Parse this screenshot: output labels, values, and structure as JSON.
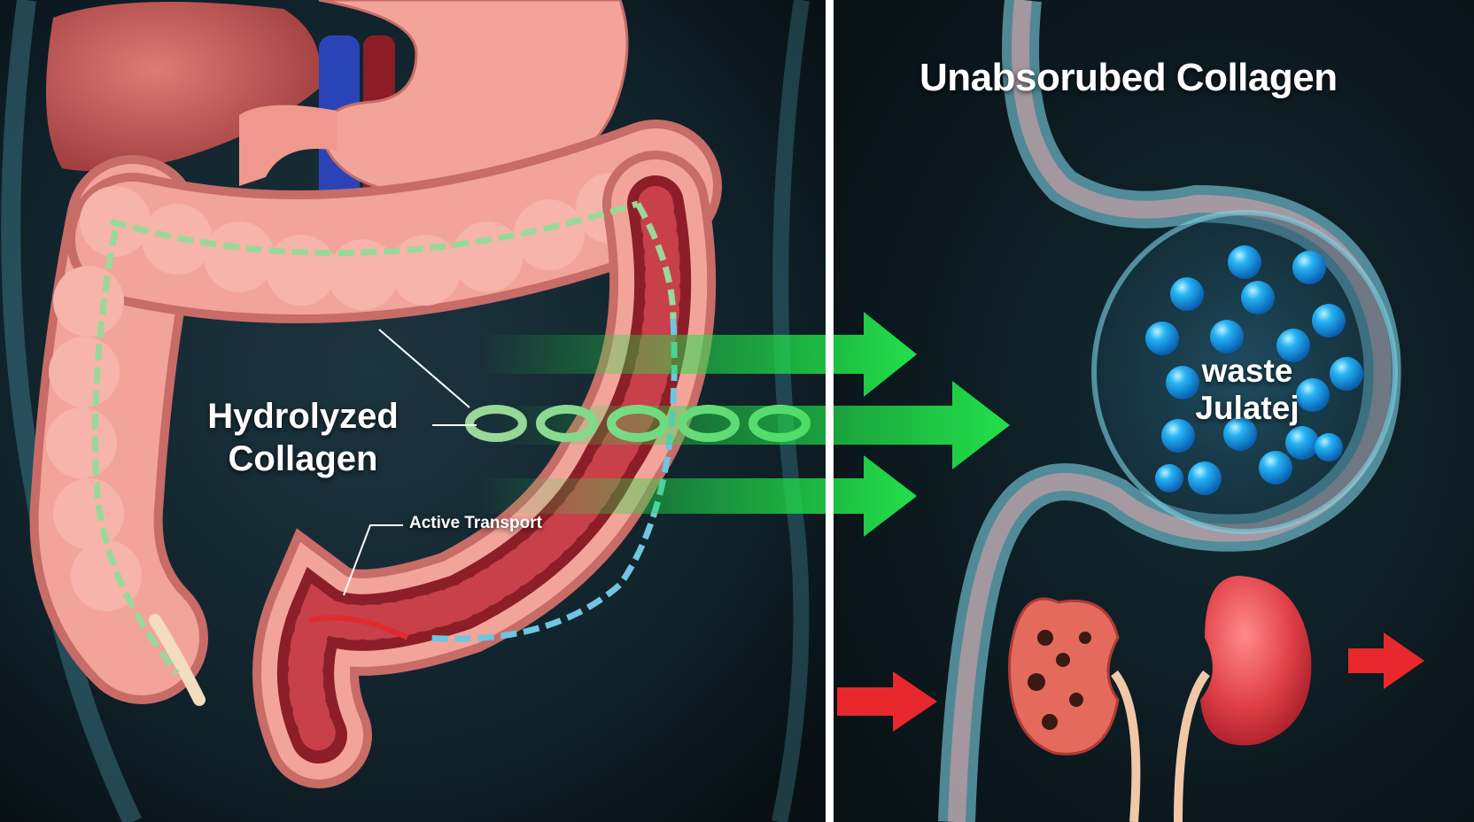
{
  "labels": {
    "hydrolyzed_line1": "Hydrolyzed",
    "hydrolyzed_line2": "Collagen",
    "active_transport": "Active Transport",
    "unabsorbed_title": "Unabsorubed Collagen",
    "waste_line1": "waste",
    "waste_line2": "Julatej"
  },
  "icons": [
    "flow-arrow-icon",
    "collagen-chain-icon",
    "kidney-icon"
  ],
  "colors": {
    "background": "#0b1418",
    "intestine": "#f2a49a",
    "intestine_shadow": "#c86c68",
    "collagen_chain_green": "#9ad89a",
    "collagen_chain_blue": "#6fc6e0",
    "flow_arrow_green": "#22e04a",
    "flow_arrow_red": "#e8282c",
    "waste_particles": "#1aa6ee",
    "tube_glow": "#7fd4e6",
    "kidney": "#e04a52",
    "divider": "#ffffff"
  }
}
